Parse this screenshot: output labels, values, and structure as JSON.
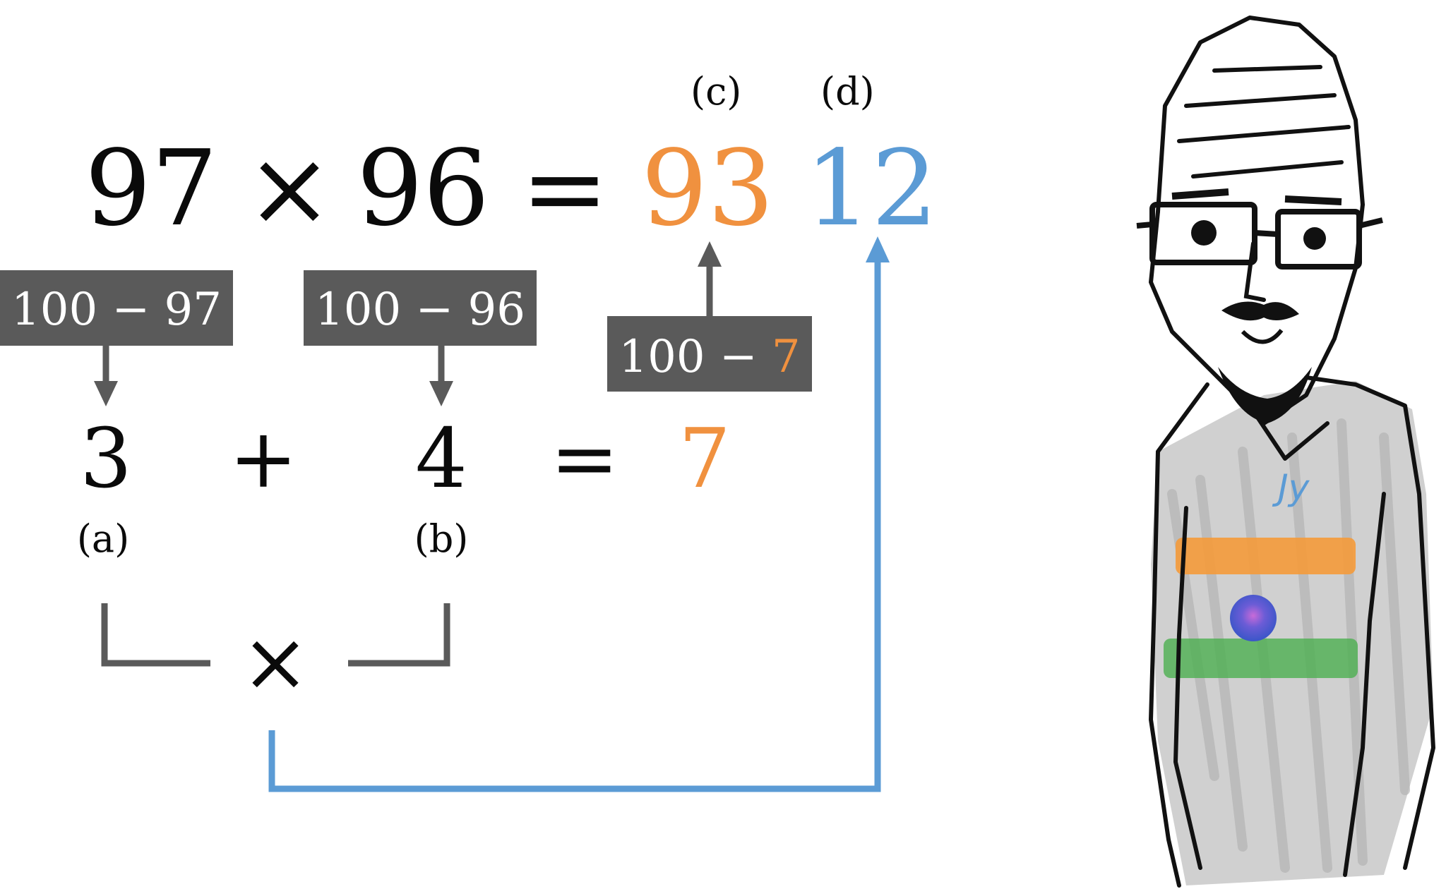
{
  "colors": {
    "black": "#0a0a0a",
    "gray_box": "#5a5a5a",
    "box_text": "#ffffff",
    "orange": "#f0913f",
    "blue": "#5b9bd5",
    "flag_saffron": "#f49a3a",
    "flag_green": "#4caf50",
    "shirt_gray": "#b8b8b8"
  },
  "equation": {
    "a_num": "97",
    "times": "×",
    "b_num": "96",
    "equals": "=",
    "result_left": "93",
    "result_right": "12"
  },
  "labels": {
    "c": "(c)",
    "d": "(d)",
    "a": "(a)",
    "b": "(b)"
  },
  "boxes": {
    "box1": "100 − 97",
    "box2": "100 − 96",
    "box3_prefix": "100 − ",
    "box3_value": "7"
  },
  "sum_row": {
    "a_val": "3",
    "plus": "+",
    "b_val": "4",
    "equals": "=",
    "result": "7"
  },
  "product_symbol": "×",
  "character": {
    "icon": "indian-man-sketch-icon",
    "shirt_initials": "Jy"
  }
}
